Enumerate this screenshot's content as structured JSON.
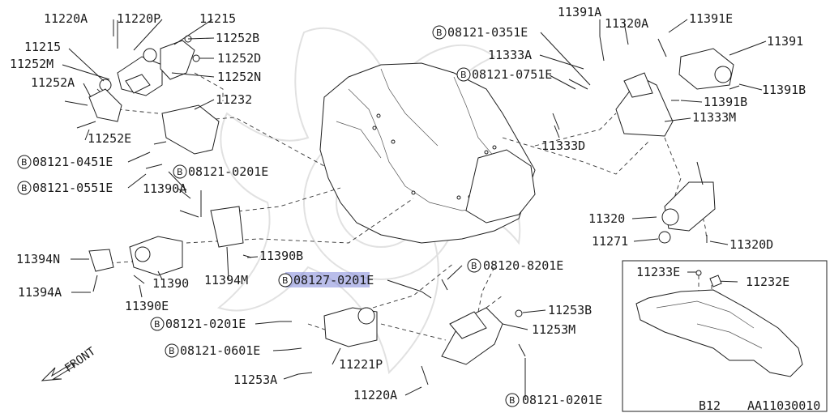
{
  "diagram": {
    "code_page": "B12",
    "code_ref": "AA11030010",
    "front_label": "FRONT",
    "bolt_marker": "B",
    "labels": {
      "l11220A": "11220A",
      "l11220P": "11220P",
      "l11215a": "11215",
      "l11215b": "11215",
      "l11252B": "11252B",
      "l11252M": "11252M",
      "l11252D": "11252D",
      "l11252A": "11252A",
      "l11252N": "11252N",
      "l11232": "11232",
      "l11252E": "11252E",
      "l0451E": "08121-0451E",
      "l0551E": "08121-0551E",
      "l0201E_top": "08121-0201E",
      "l11390A": "11390A",
      "l11394N": "11394N",
      "l11390B": "11390B",
      "l11390": "11390",
      "l11394M": "11394M",
      "l11394A": "11394A",
      "l11390E": "11390E",
      "l0351E": "08121-0351E",
      "l11391A": "11391A",
      "l11320A": "11320A",
      "l11391E": "11391E",
      "l11391": "11391",
      "l11333A": "11333A",
      "l0751E": "08121-0751E",
      "l11391B_a": "11391B",
      "l11391B_b": "11391B",
      "l11333M": "11333M",
      "l11333D": "11333D",
      "l11320": "11320",
      "l11271": "11271",
      "l11320D": "11320D",
      "l11233E": "11233E",
      "l11232E": "11232E",
      "l0201E_mid": "08127-0201E",
      "l8201E": "08120-8201E",
      "l11253B": "11253B",
      "l11253M": "11253M",
      "l0201E_left": "08121-0201E",
      "l0601E": "08121-0601E",
      "l11221P": "11221P",
      "l11253A": "11253A",
      "l11220A_b": "11220A",
      "l0201E_bottom": "08121-0201E"
    }
  }
}
